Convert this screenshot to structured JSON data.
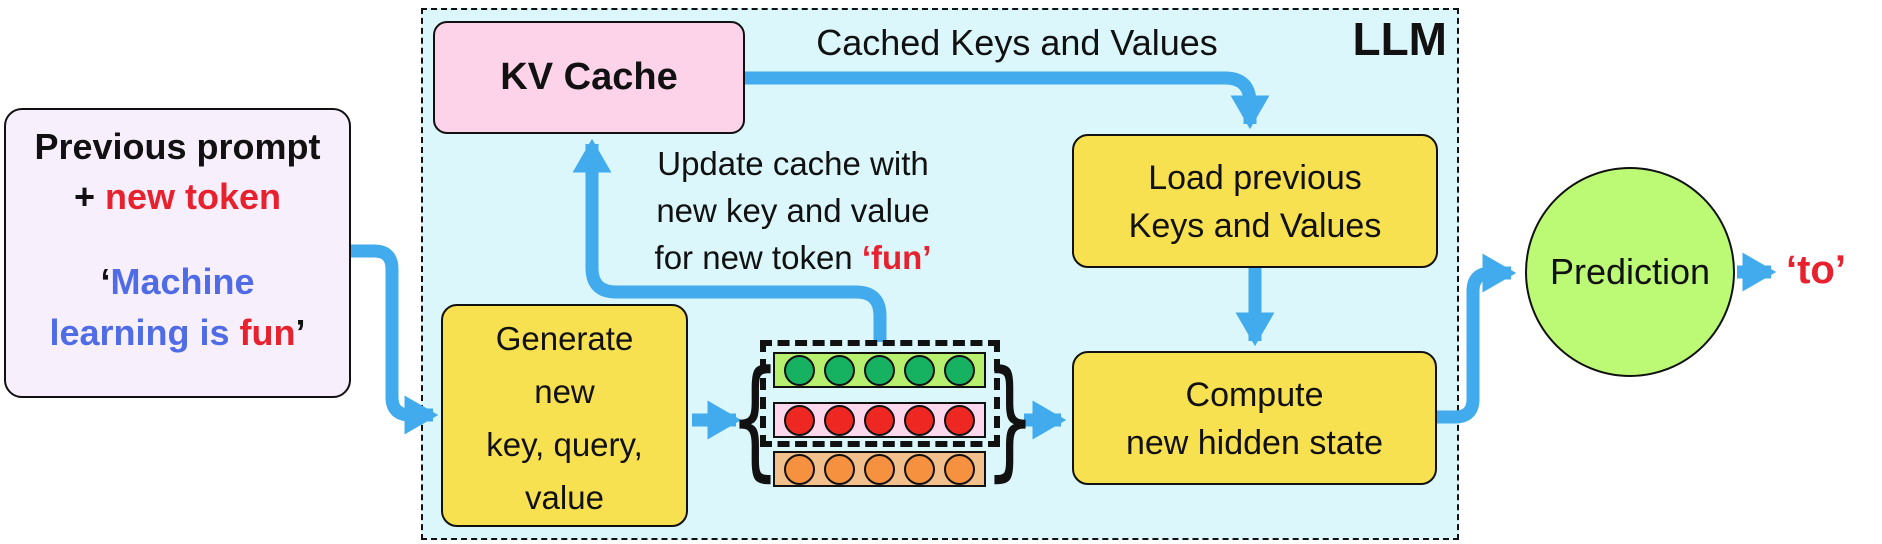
{
  "colors": {
    "arrow": "#42abee",
    "llm_bg": "#dbf7fb",
    "prompt_bg": "#f8effc",
    "kv_bg": "#fdd3ea",
    "yellow": "#f8e150",
    "pred_green": "#bcfa76",
    "red_text": "#e7212d",
    "blue_text": "#4f6ce6",
    "ink": "#111111"
  },
  "prompt_box": {
    "title": "Previous prompt",
    "plus": "+ ",
    "new_token": "new token",
    "open_quote": "‘",
    "line3_blue": "Machine",
    "line4_blue": "learning is ",
    "line4_red": "fun",
    "close_quote": "’"
  },
  "llm": {
    "label": "LLM"
  },
  "kv_cache": {
    "label": "KV Cache"
  },
  "cached_label": "Cached Keys and Values",
  "update_note": {
    "line1": "Update cache with",
    "line2": "new key and value",
    "line3_prefix": "for new token ",
    "line3_token": "‘fun’"
  },
  "generate_box": {
    "line1": "Generate",
    "line2": "new",
    "line3": "key, query,",
    "line4": "value"
  },
  "load_box": {
    "line1": "Load previous",
    "line2": "Keys and Values"
  },
  "compute_box": {
    "line1": "Compute",
    "line2": "new hidden state"
  },
  "prediction": {
    "label": "Prediction",
    "output_token": "‘to’"
  },
  "token_vectors": {
    "brace_open": "{",
    "brace_close": "}",
    "rows": [
      {
        "strip_color": "#b7f06e",
        "dot_color": "#17b261",
        "dots": 5
      },
      {
        "strip_color": "#fdd7ec",
        "dot_color": "#ee2722",
        "dots": 5
      },
      {
        "strip_color": "#f2c08c",
        "dot_color": "#f6913f",
        "dots": 5
      }
    ]
  }
}
